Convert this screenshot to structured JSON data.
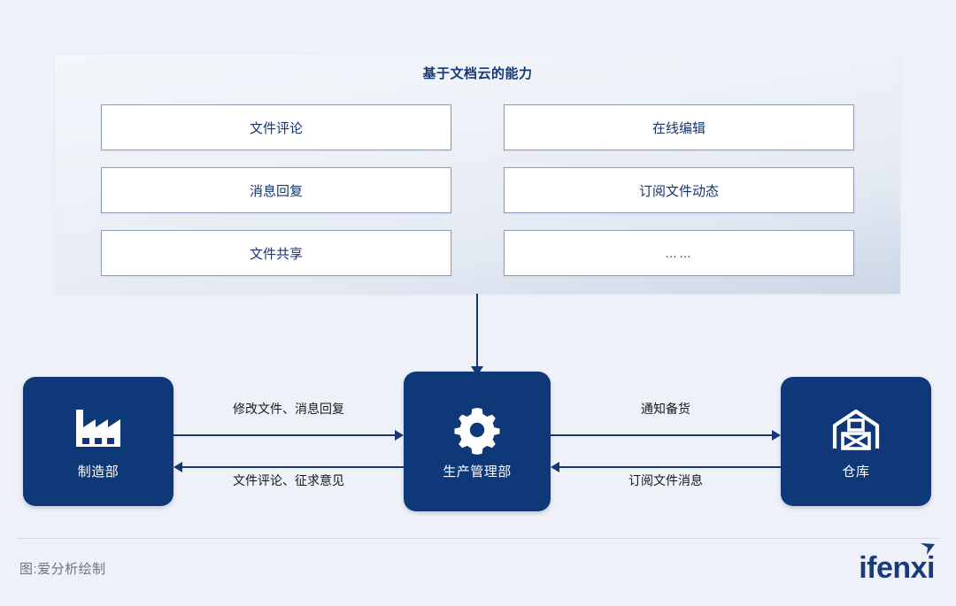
{
  "theme": {
    "background": "#eef1f7",
    "navy": "#0f3878",
    "navy_line": "#14387a",
    "box_border": "#8f9cb3",
    "box_fill": "#ffffff",
    "text_dark": "#18181c",
    "text_muted": "#6d7382",
    "logo_color": "#1b3a78"
  },
  "capability_panel": {
    "title": "基于文档云的能力",
    "items": [
      {
        "label": "文件评论",
        "column": "left"
      },
      {
        "label": "在线编辑",
        "column": "right"
      },
      {
        "label": "消息回复",
        "column": "left"
      },
      {
        "label": "订阅文件动态",
        "column": "right"
      },
      {
        "label": "文件共享",
        "column": "left"
      },
      {
        "label": "……",
        "column": "right"
      }
    ]
  },
  "flow": {
    "nodes": [
      {
        "id": "manufacturing",
        "label": "制造部",
        "icon": "factory-icon"
      },
      {
        "id": "production",
        "label": "生产管理部",
        "icon": "gear-icon"
      },
      {
        "id": "warehouse",
        "label": "仓库",
        "icon": "warehouse-icon"
      }
    ],
    "connections": [
      {
        "from": "manufacturing",
        "to": "production",
        "label": "修改文件、消息回复",
        "direction": "right"
      },
      {
        "from": "production",
        "to": "manufacturing",
        "label": "文件评论、征求意见",
        "direction": "left"
      },
      {
        "from": "production",
        "to": "warehouse",
        "label": "通知备货",
        "direction": "right"
      },
      {
        "from": "warehouse",
        "to": "production",
        "label": "订阅文件消息",
        "direction": "left"
      }
    ],
    "panel_to_production_connector": true
  },
  "footer": {
    "credit": "图:爱分析绘制",
    "logo_text": "ifenxi"
  }
}
